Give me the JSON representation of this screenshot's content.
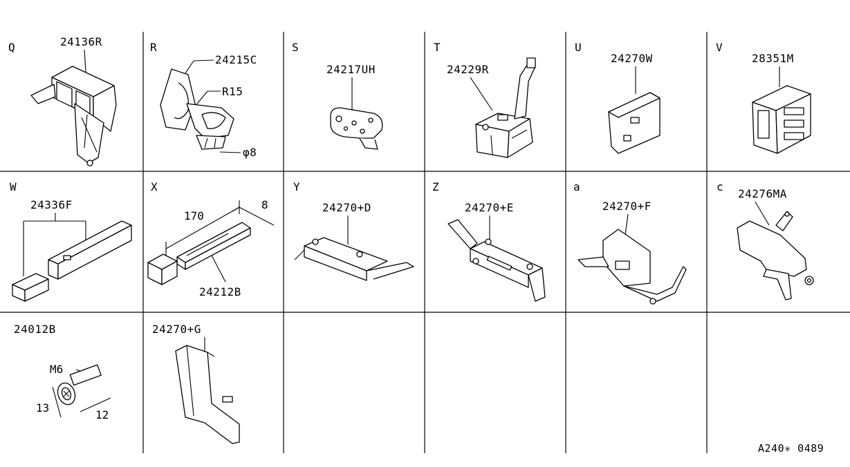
{
  "diagram": {
    "reference_code": "A240✳ 0489",
    "cells": [
      {
        "letter": "Q",
        "parts": [
          "24136R"
        ]
      },
      {
        "letter": "R",
        "parts": [
          "24215C",
          "R15",
          "φ8"
        ]
      },
      {
        "letter": "S",
        "parts": [
          "24217UH"
        ]
      },
      {
        "letter": "T",
        "parts": [
          "24229R"
        ]
      },
      {
        "letter": "U",
        "parts": [
          "24270W"
        ]
      },
      {
        "letter": "V",
        "parts": [
          "28351M"
        ]
      },
      {
        "letter": "W",
        "parts": [
          "24336F"
        ]
      },
      {
        "letter": "X",
        "parts": [
          "170",
          "8",
          "24212B"
        ]
      },
      {
        "letter": "Y",
        "parts": [
          "24270+D"
        ]
      },
      {
        "letter": "Z",
        "parts": [
          "24270+E"
        ]
      },
      {
        "letter": "a",
        "parts": [
          "24270+F"
        ]
      },
      {
        "letter": "c",
        "parts": [
          "24276MA"
        ]
      },
      {
        "letter": "",
        "parts": [
          "24012B",
          "M6",
          "13",
          "12"
        ]
      },
      {
        "letter": "",
        "parts": [
          "24270+G"
        ]
      }
    ]
  }
}
